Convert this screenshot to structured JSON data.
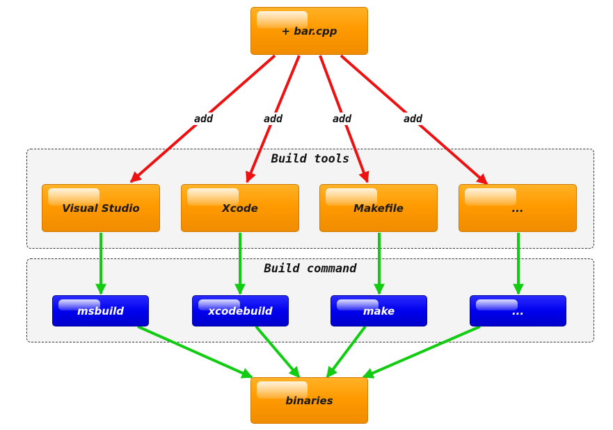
{
  "source": {
    "label": "+ bar.cpp"
  },
  "groups": {
    "build_tools": {
      "title": "Build tools"
    },
    "build_command": {
      "title": "Build command"
    }
  },
  "tools": [
    {
      "label": "Visual Studio"
    },
    {
      "label": "Xcode"
    },
    {
      "label": "Makefile"
    },
    {
      "label": "..."
    }
  ],
  "commands": [
    {
      "label": "msbuild"
    },
    {
      "label": "xcodebuild"
    },
    {
      "label": "make"
    },
    {
      "label": "..."
    }
  ],
  "edge_labels": [
    "add",
    "add",
    "add",
    "add"
  ],
  "target": {
    "label": "binaries"
  },
  "colors": {
    "add_edge": "#ee1111",
    "build_edge": "#11cc11",
    "tool_node": "#ff9a00",
    "command_node": "#0000ee"
  }
}
